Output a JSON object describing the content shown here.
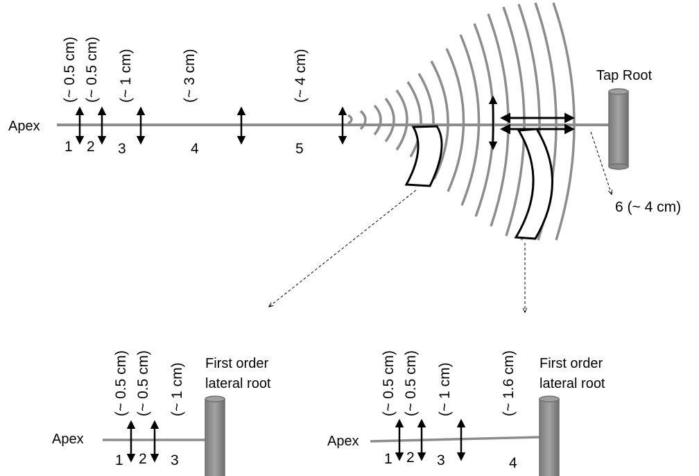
{
  "main_root": {
    "apex_label": "Apex",
    "tap_root_label": "Tap Root",
    "zone_numbers": [
      "1",
      "2",
      "3",
      "4",
      "5"
    ],
    "zone_lengths": [
      "(~ 0.5 cm)",
      "(~ 0.5 cm)",
      "(~ 1 cm)",
      "(~ 3 cm)",
      "(~ 4 cm)"
    ],
    "zone6_label": "6 (~ 4 cm)"
  },
  "lateral_left": {
    "apex_label": "Apex",
    "root_label_line1": "First order",
    "root_label_line2": "lateral root",
    "zone_numbers": [
      "1",
      "2",
      "3"
    ],
    "zone_lengths": [
      "(~ 0.5 cm)",
      "(~ 0.5 cm)",
      "(~ 1 cm)"
    ]
  },
  "lateral_right": {
    "apex_label": "Apex",
    "root_label_line1": "First order",
    "root_label_line2": "lateral root",
    "zone_numbers": [
      "1",
      "2",
      "3",
      "4"
    ],
    "zone_lengths": [
      "(~ 0.5 cm)",
      "(~ 0.5 cm)",
      "(~ 1 cm)",
      "(~ 1.6 cm)"
    ]
  },
  "colors": {
    "root": "#8c8c8c",
    "root_stroke": "#6e6e6e",
    "arrow": "#000000"
  }
}
